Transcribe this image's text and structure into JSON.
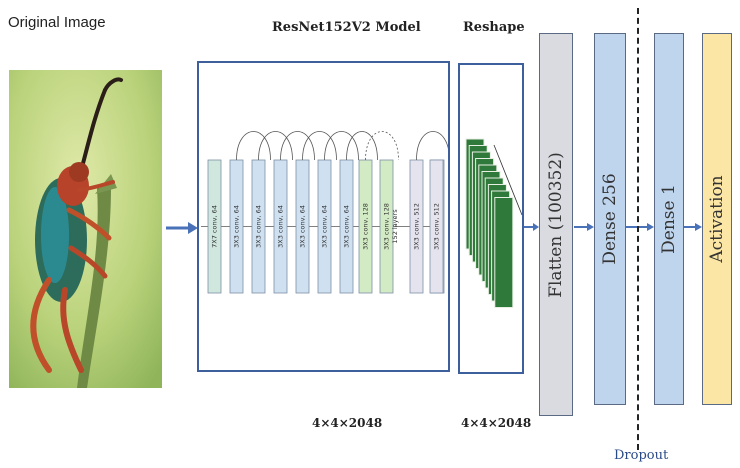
{
  "labels": {
    "original_image": "Original Image",
    "model_title": "ResNet152V2 Model",
    "reshape_title": "Reshape",
    "model_dim": "4×4×2048",
    "reshape_dim": "4×4×2048",
    "flatten": "Flatten (100352)",
    "dense256": "Dense 256",
    "dense1": "Dense 1",
    "activation": "Activation",
    "dropout": "Dropout"
  },
  "resnet_layers": [
    {
      "label": "7X7 conv, 64",
      "color": "#cfe7dd"
    },
    {
      "label": "3X3 conv, 64",
      "color": "#cfe0f0"
    },
    {
      "label": "3X3 conv, 64",
      "color": "#cfe0f0"
    },
    {
      "label": "3X3 conv, 64",
      "color": "#cfe0f0"
    },
    {
      "label": "3X3 conv, 64",
      "color": "#cfe0f0"
    },
    {
      "label": "3X3 conv, 64",
      "color": "#cfe0f0"
    },
    {
      "label": "3X3 conv, 64",
      "color": "#cfe0f0"
    },
    {
      "label": "3X3 conv, 128",
      "color": "#d3ebc4"
    },
    {
      "label": "3X3 conv, 128",
      "color": "#d3ebc4"
    },
    {
      "label": "3X3 conv, 512",
      "color": "#e4e3ee"
    },
    {
      "label": "3X3 conv, 512",
      "color": "#e4e3ee"
    },
    {
      "label": "3X3 conv, 512",
      "color": "#e4e3ee"
    }
  ],
  "resnet_middle_label": "152 layers",
  "colors": {
    "arrow": "#4a72b8",
    "frame": "#3d5f9b",
    "reshape_block": "#2f7a3a"
  }
}
